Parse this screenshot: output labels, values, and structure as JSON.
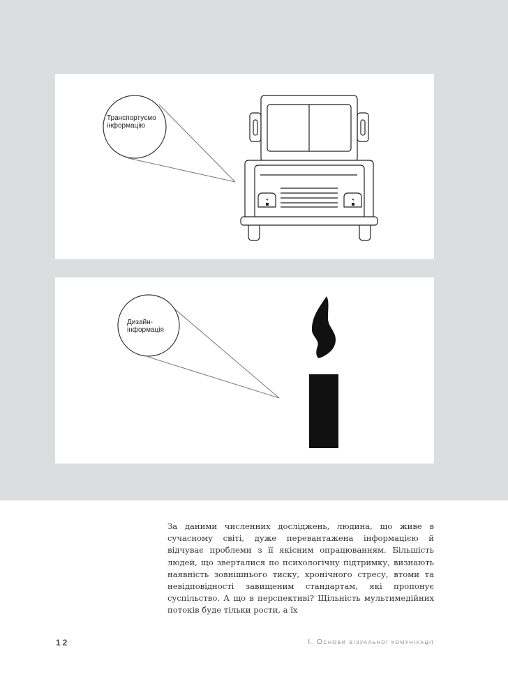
{
  "figures": {
    "truck": {
      "caption": "Транспортуємо інформацію",
      "line1": "Транспортуємо",
      "line2": "інформацію"
    },
    "candle": {
      "caption": "Дизайн-інформація",
      "line1": "Дизайн-",
      "line2": "інформація"
    }
  },
  "body_text": "За даними численних досліджень, людина, що живе в сучасному світі, дуже перевантажена інформацією й відчуває проблеми з її якісним опрацюванням. Більшість людей, що зверталися по психологічну підтримку, визнають наявність зовнішнього тиску, хронічного стресу, втоми та невідповідності завищеним стандартам, які пропонує суспільство. А що в перспективі? Щільність мультимедійних потоків буде тільки рости, а їх",
  "footer": {
    "page_number": "12",
    "running_title": "І. Основи візуальної комунікації"
  }
}
